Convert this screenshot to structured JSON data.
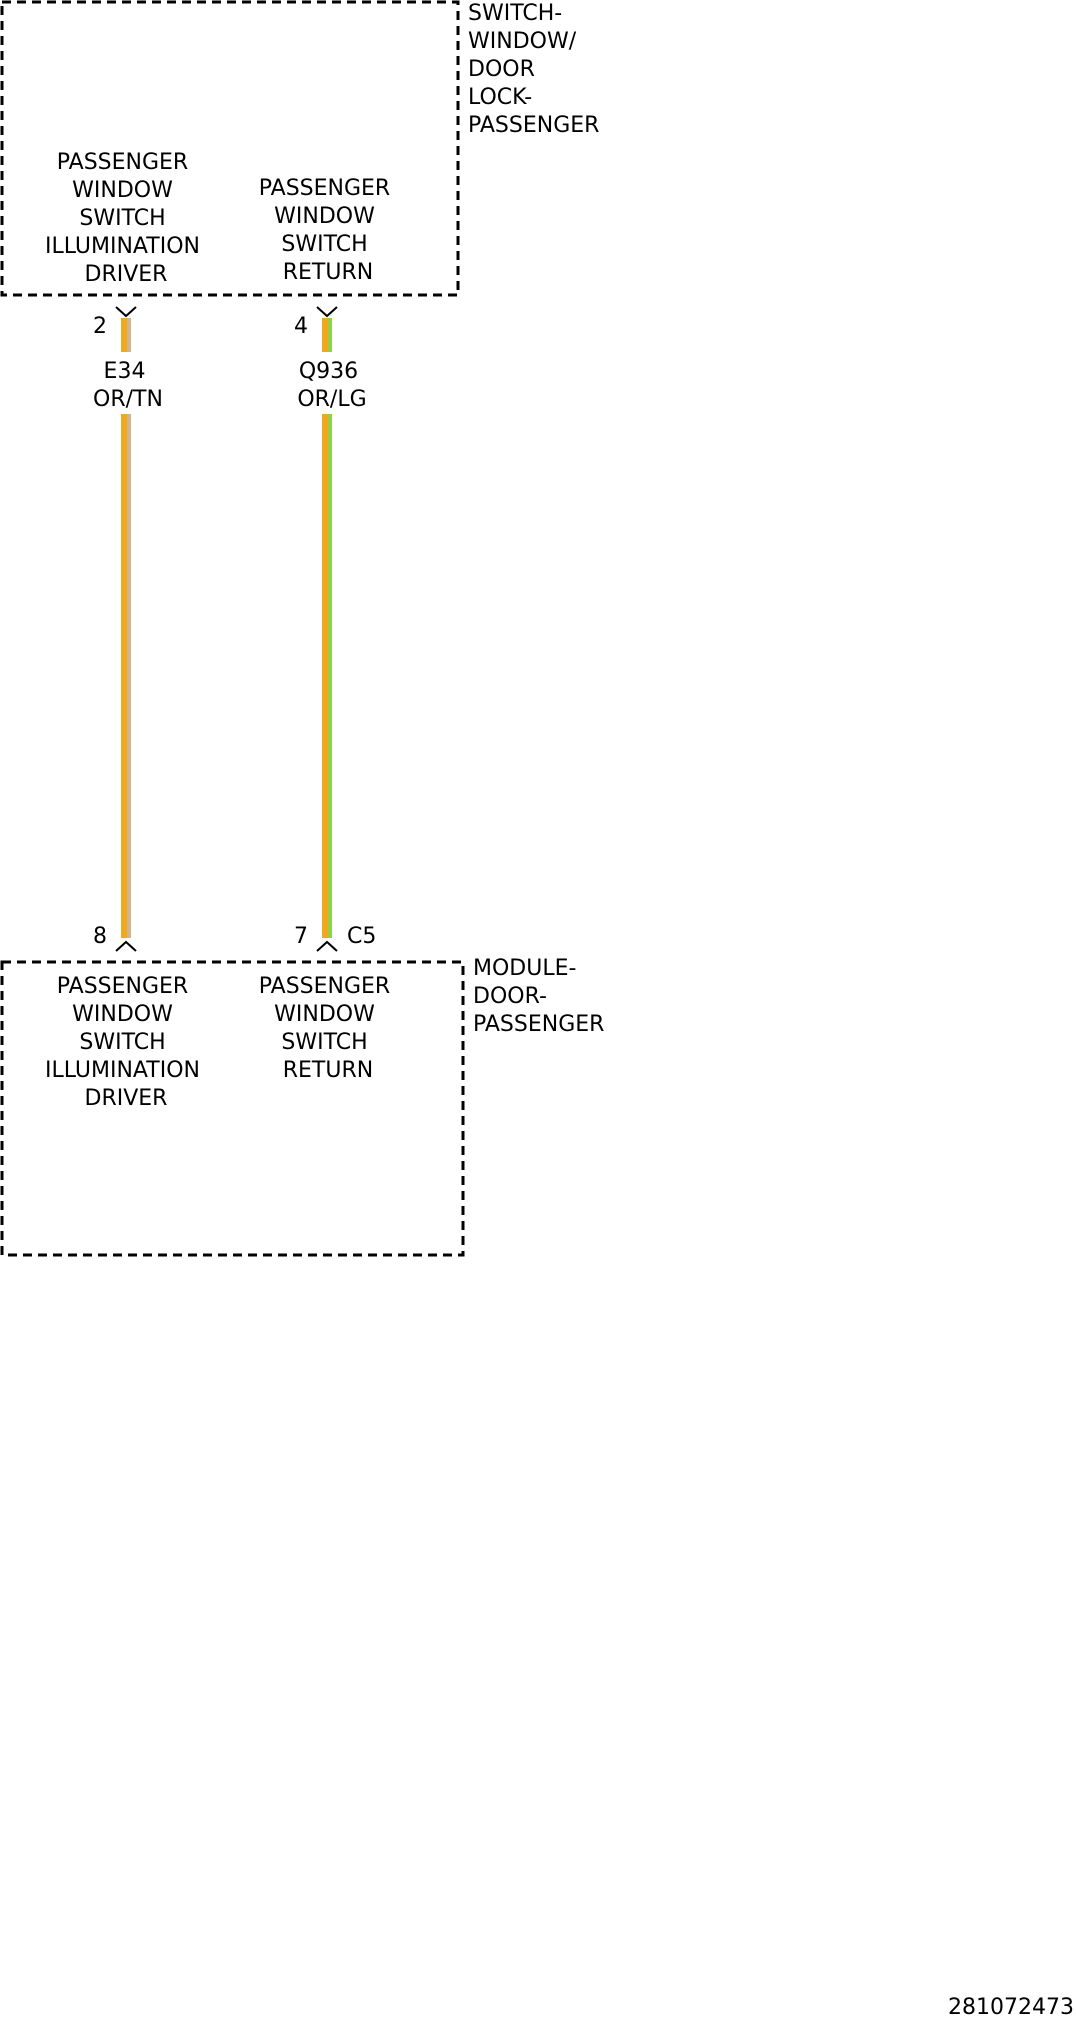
{
  "components": {
    "top": {
      "name_lines": [
        "SWITCH-",
        "WINDOW/",
        "DOOR",
        "LOCK-",
        "PASSENGER"
      ],
      "pins": [
        {
          "pin": "2",
          "function_lines": [
            "PASSENGER",
            "WINDOW",
            "SWITCH",
            "ILLUMINATION",
            "DRIVER"
          ]
        },
        {
          "pin": "4",
          "function_lines": [
            "PASSENGER",
            "WINDOW",
            "SWITCH",
            "RETURN"
          ]
        }
      ]
    },
    "bottom": {
      "name_lines": [
        "MODULE-",
        "DOOR-",
        "PASSENGER"
      ],
      "connector": "C5",
      "pins": [
        {
          "pin": "8",
          "function_lines": [
            "PASSENGER",
            "WINDOW",
            "SWITCH",
            "ILLUMINATION",
            "DRIVER"
          ]
        },
        {
          "pin": "7",
          "function_lines": [
            "PASSENGER",
            "WINDOW",
            "SWITCH",
            "RETURN"
          ]
        }
      ]
    }
  },
  "wires": [
    {
      "circuit": "E34",
      "color_code": "OR/TN",
      "colors": [
        "#f0a81c",
        "#d2b48c"
      ]
    },
    {
      "circuit": "Q936",
      "color_code": "OR/LG",
      "colors": [
        "#f0a81c",
        "#8fd14f"
      ]
    }
  ],
  "diagram_id": "281072473"
}
